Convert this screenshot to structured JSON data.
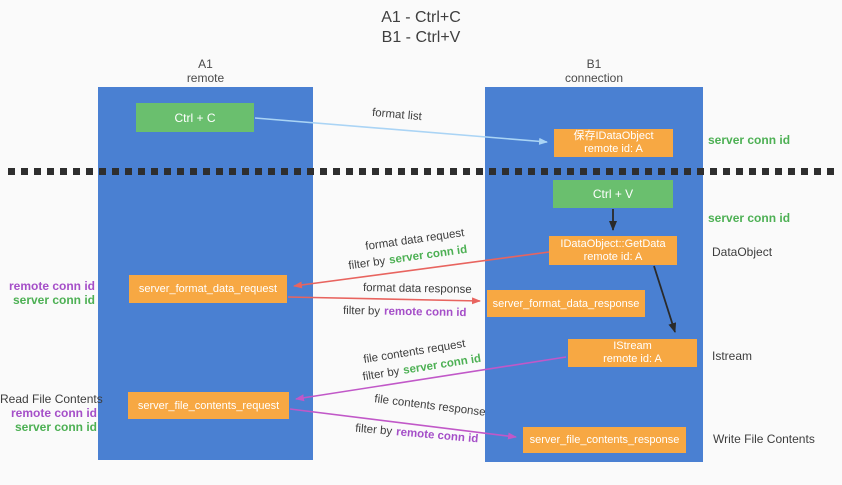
{
  "title": {
    "line1": "A1 - Ctrl+C",
    "line2": "B1 - Ctrl+V"
  },
  "columns": {
    "left": {
      "name": "A1",
      "role": "remote"
    },
    "right": {
      "name": "B1",
      "role": "connection"
    }
  },
  "nodes": {
    "ctrl_c": "Ctrl + C",
    "ctrl_v": "Ctrl + V",
    "save_dataobject": "保存IDataObject",
    "getdata": "IDataObject::GetData",
    "istream": "IStream",
    "remote_id": "remote id: A",
    "format_request": "server_format_data_request",
    "format_response": "server_format_data_response",
    "file_request": "server_file_contents_request",
    "file_response": "server_file_contents_response"
  },
  "labels": {
    "format_list": "format list",
    "server_conn_id": "server conn id",
    "remote_conn_id": "remote conn id",
    "filter_by": "filter by",
    "dataobject": "DataObject",
    "istream": "Istream",
    "format_data_request": "format data request",
    "format_data_response": "format data response",
    "file_contents_request": "file contents request",
    "file_contents_response": "file contents response",
    "read_file_contents": "Read File Contents",
    "write_file_contents": "Write File Contents"
  },
  "colors": {
    "column_blue": "#4a80d2",
    "node_green": "#6abf6e",
    "node_orange": "#f7a843",
    "conn_green": "#4db054",
    "conn_purple": "#a54fc8",
    "arrow_red": "#e8645f",
    "arrow_magenta": "#c158c8",
    "arrow_blue": "#aad4f5",
    "arrow_black": "#2a2a2a"
  }
}
